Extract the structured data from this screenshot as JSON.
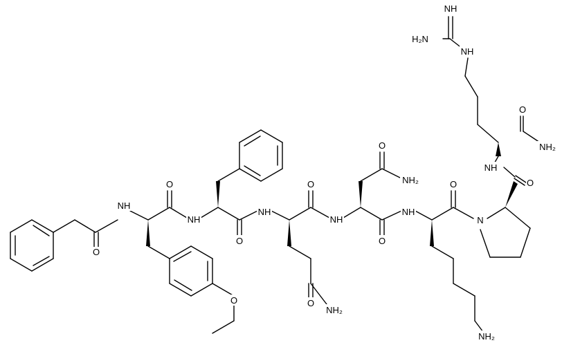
{
  "labels": {
    "NH": "NH",
    "H2N": "H₂N",
    "NH2": "NH₂",
    "N": "N",
    "O": "O"
  },
  "colors": {
    "bond": "#000000",
    "background": "#ffffff"
  }
}
